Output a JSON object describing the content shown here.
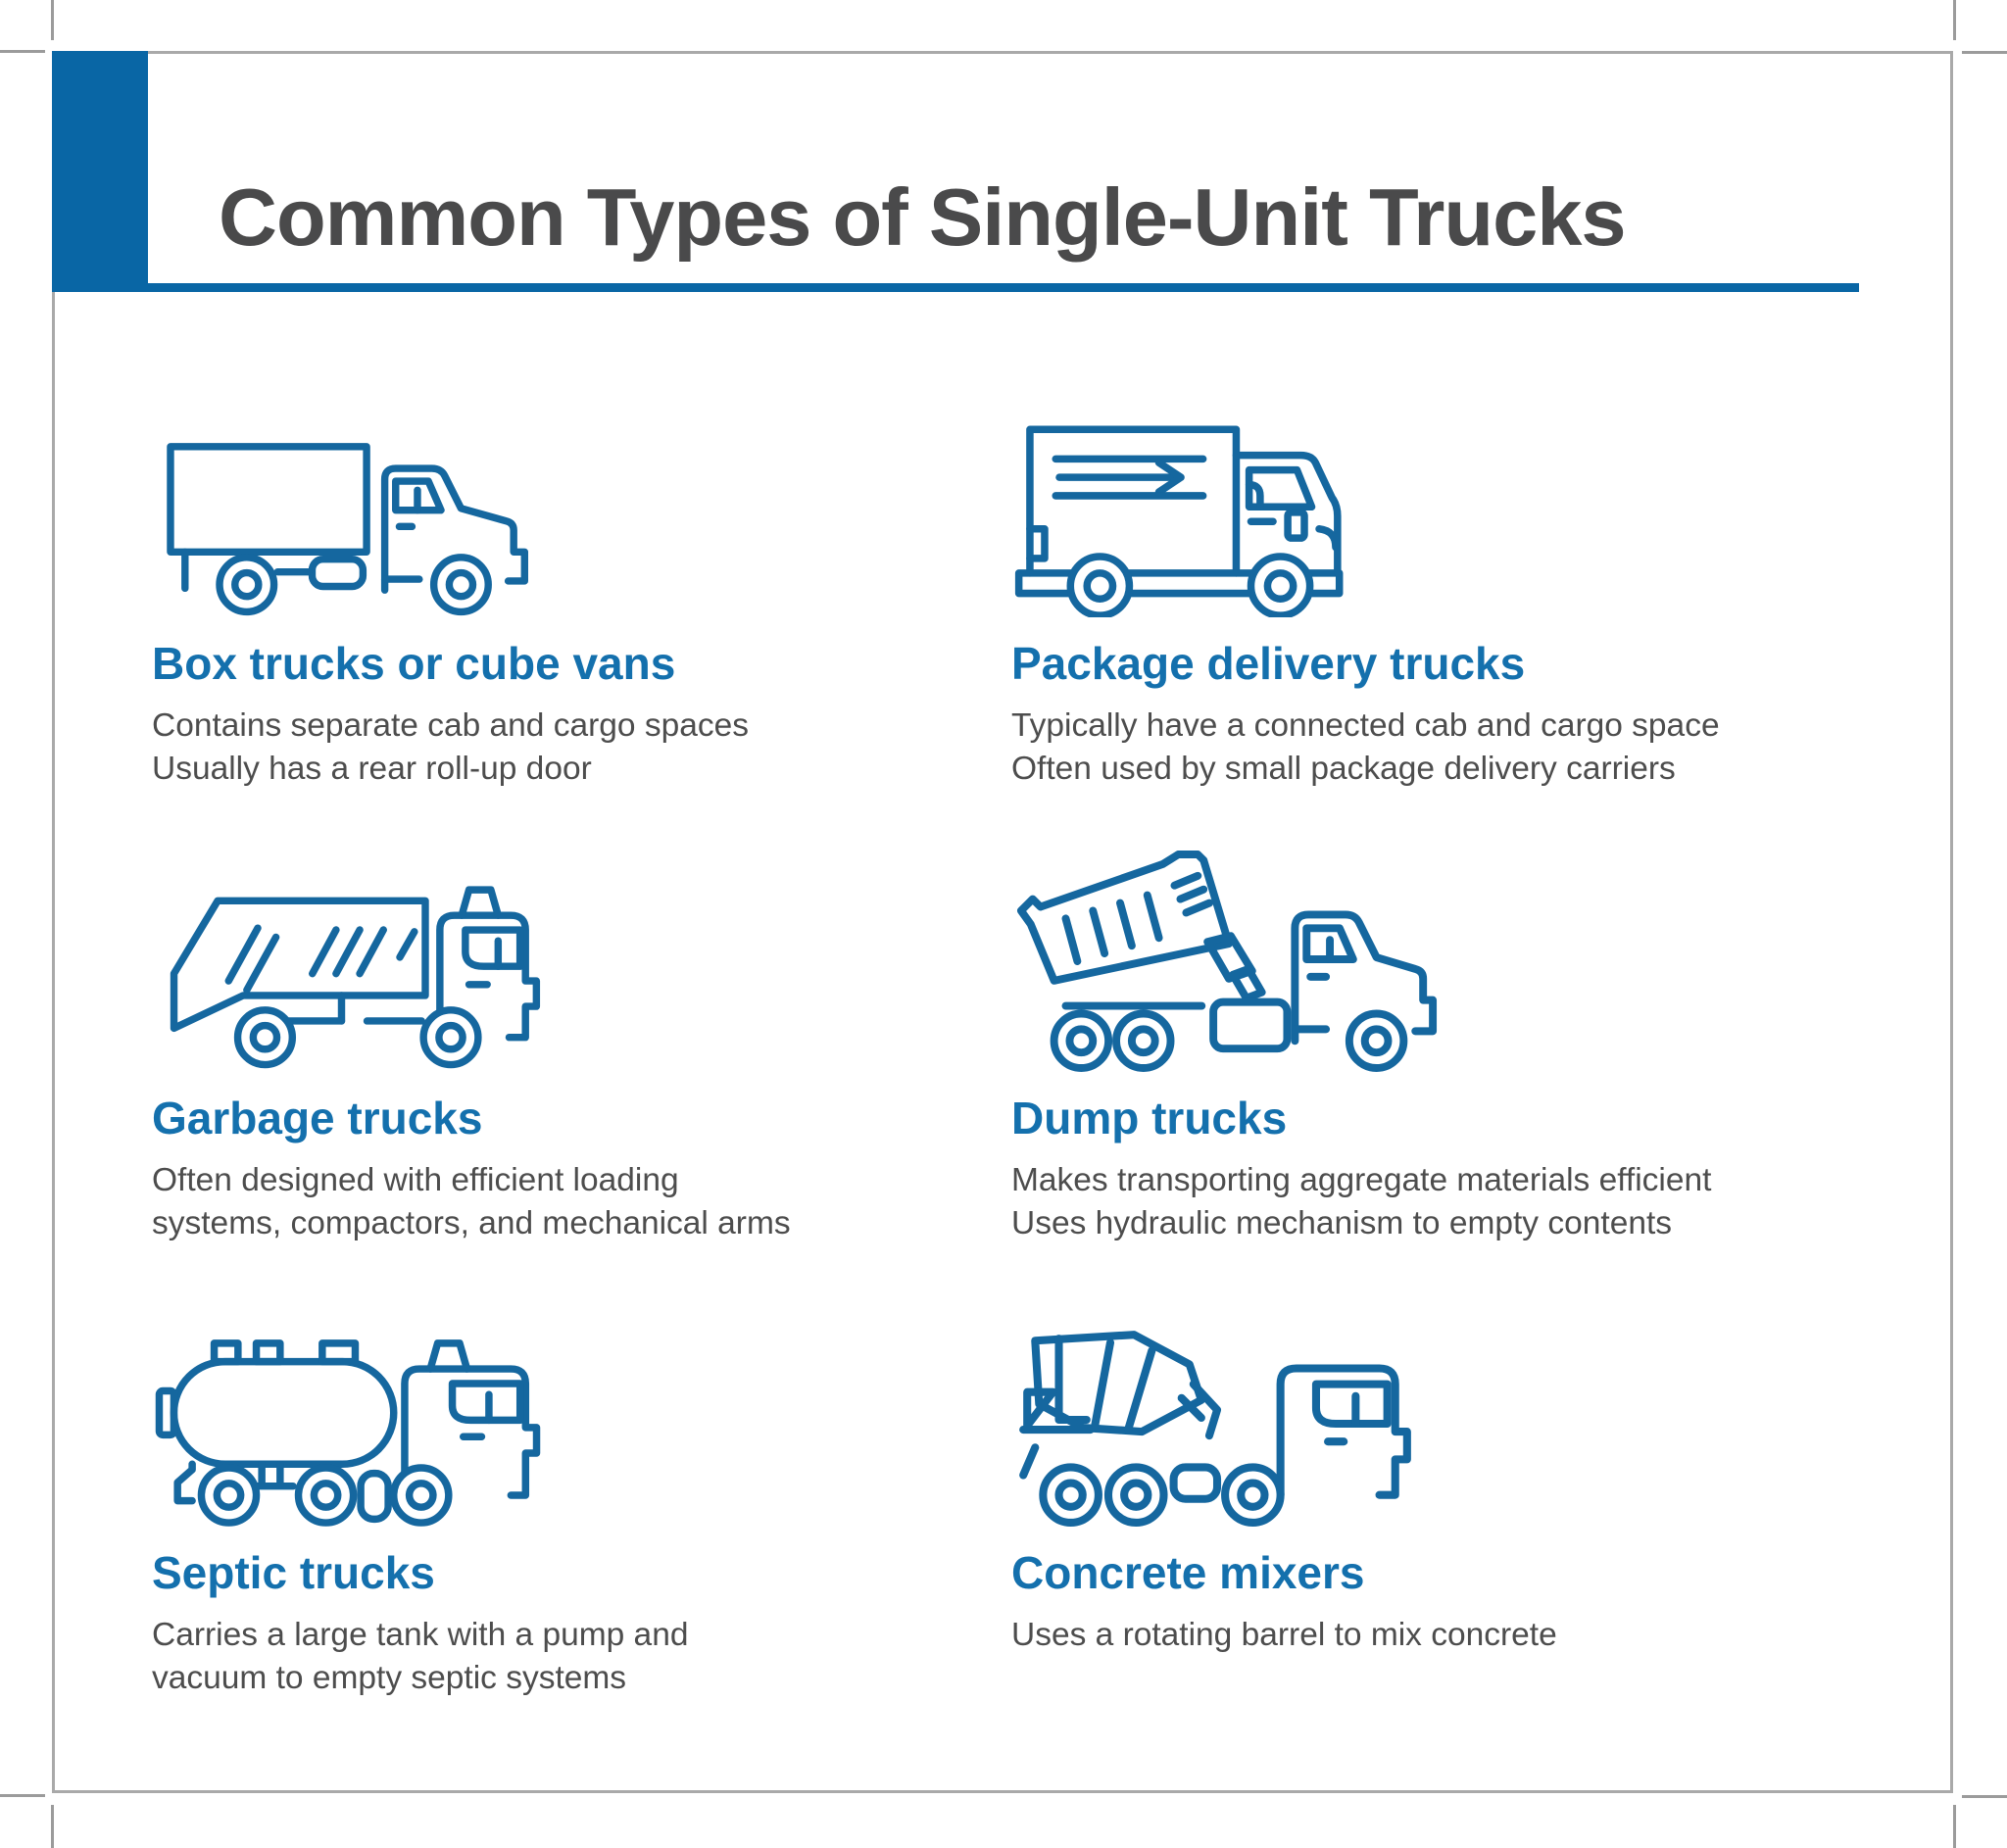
{
  "title": "Common Types of Single-Unit Trucks",
  "colors": {
    "accent_block": "#0966a5",
    "rule": "#0966a5",
    "heading": "#1470ad",
    "icon_stroke": "#15679f",
    "title_text": "#4a4a4b",
    "body_text": "#4d4d4d",
    "frame_border": "#a9a9a9"
  },
  "sections": [
    {
      "icon": "box-truck-icon",
      "title": "Box trucks or cube vans",
      "lines": [
        "Contains separate cab and cargo spaces",
        "Usually has a rear roll-up door"
      ]
    },
    {
      "icon": "package-delivery-truck-icon",
      "title": "Package delivery trucks",
      "lines": [
        "Typically have a connected cab and cargo space",
        "Often used by small package delivery carriers"
      ]
    },
    {
      "icon": "garbage-truck-icon",
      "title": "Garbage trucks",
      "lines": [
        "Often designed with efficient loading",
        "systems, compactors, and mechanical arms"
      ]
    },
    {
      "icon": "dump-truck-icon",
      "title": "Dump trucks",
      "lines": [
        "Makes transporting aggregate materials efficient",
        "Uses hydraulic mechanism to empty contents"
      ]
    },
    {
      "icon": "septic-truck-icon",
      "title": "Septic trucks",
      "lines": [
        "Carries a large tank with a pump and",
        "vacuum to empty septic systems"
      ]
    },
    {
      "icon": "concrete-mixer-icon",
      "title": "Concrete mixers",
      "lines": [
        "Uses a rotating barrel to mix concrete"
      ]
    }
  ]
}
